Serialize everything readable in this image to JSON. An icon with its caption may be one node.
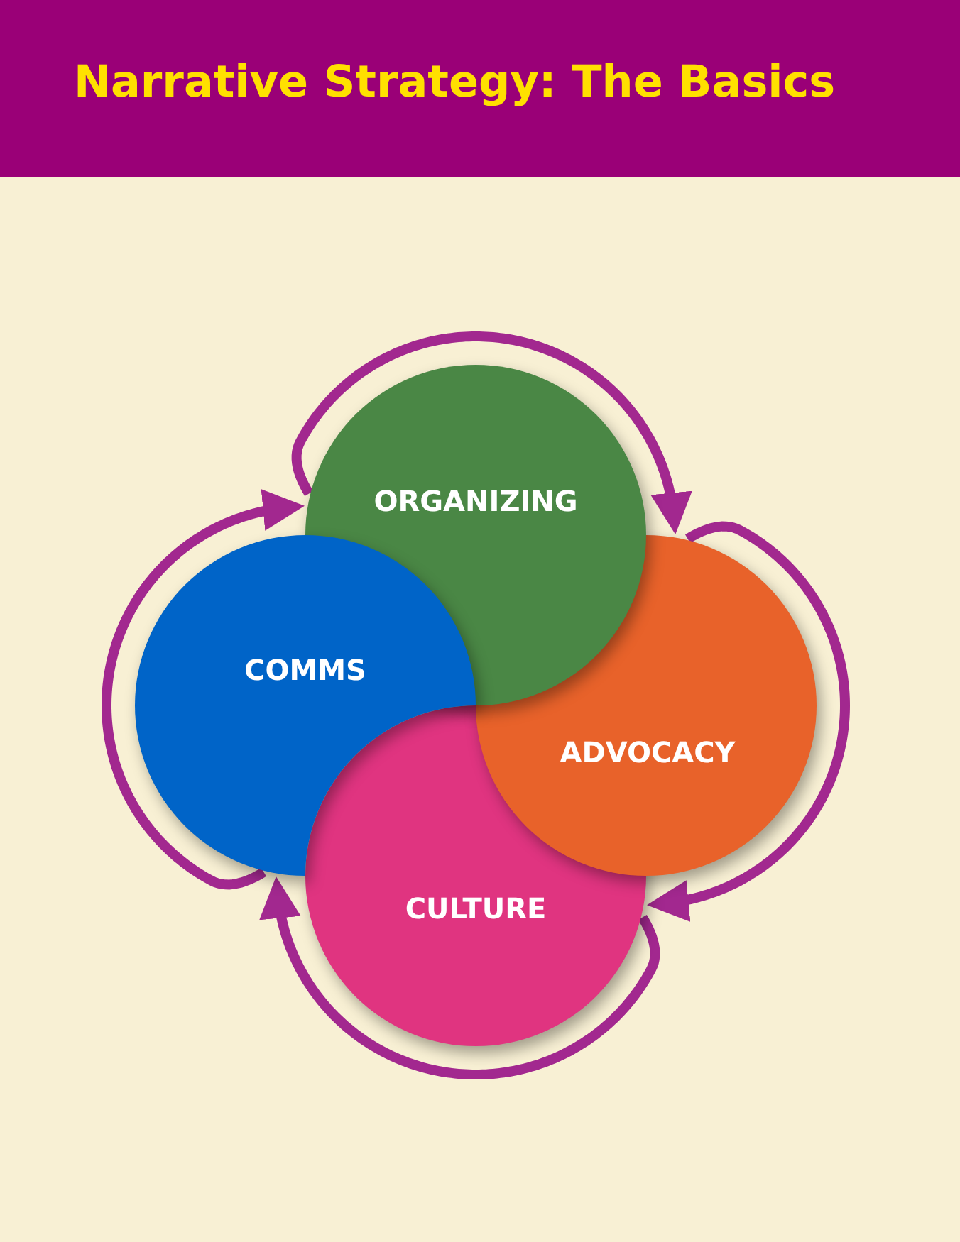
{
  "diagram": {
    "title": "Narrative Strategy: The Basics",
    "nodes": [
      {
        "text": [
          "ORGANIZING"
        ]
      },
      {
        "text": [
          "COMMS"
        ]
      },
      {
        "text": [
          "ADVOCACY"
        ]
      },
      {
        "text": [
          "CULTURE"
        ]
      }
    ],
    "edges": [
      {
        "from": 0,
        "to": 2,
        "arrow": "to"
      },
      {
        "from": 2,
        "to": 3,
        "arrow": "to"
      },
      {
        "from": 3,
        "to": 1,
        "arrow": "to"
      },
      {
        "from": 1,
        "to": 0,
        "arrow": "to"
      }
    ]
  }
}
